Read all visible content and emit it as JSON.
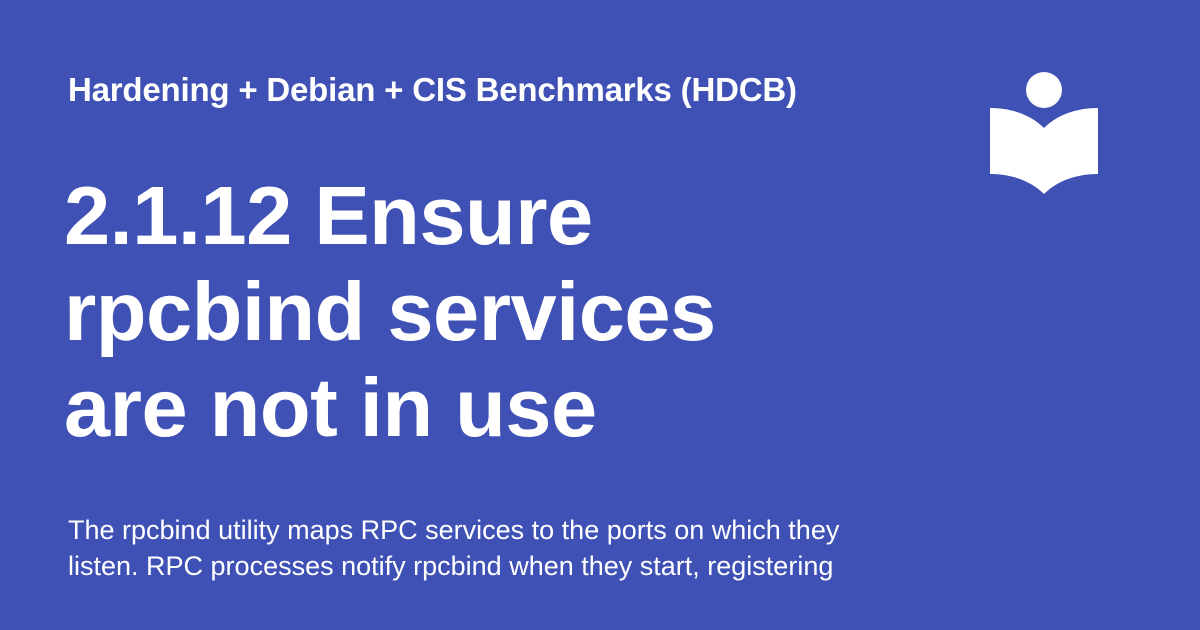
{
  "page": {
    "background_color": "#3f51b5",
    "text_color": "#ffffff"
  },
  "header": {
    "series_title": "Hardening + Debian + CIS Benchmarks (HDCB)"
  },
  "title": {
    "lines": [
      "2.1.12 Ensure",
      "rpcbind services",
      "are not in use"
    ]
  },
  "description": {
    "lines": [
      "The rpcbind utility maps RPC services to the ports on which they",
      "listen. RPC processes notify rpcbind when they start, registering"
    ]
  },
  "logo": {
    "icon": "reader-book-icon",
    "color": "#ffffff"
  }
}
